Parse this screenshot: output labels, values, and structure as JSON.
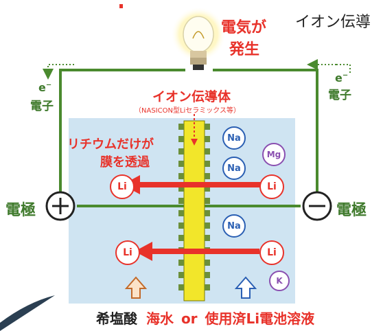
{
  "header": {
    "title": "イオン伝導"
  },
  "bulb": {
    "label_line1": "電気が",
    "label_line2": "発生"
  },
  "membrane": {
    "title": "イオン伝導体",
    "subtitle": "（NASICON型Liセラミックス等）"
  },
  "annotation": {
    "line1": "リチウムだけが",
    "line2": "膜を透過"
  },
  "electrons": {
    "symbol": "e",
    "sign": "−",
    "label": "電子"
  },
  "electrodes": {
    "left_label": "電極",
    "right_label": "電極",
    "left_sign": "+",
    "right_sign": "−"
  },
  "ions": {
    "li": "Li",
    "na": "Na",
    "mg": "Mg",
    "k": "K"
  },
  "bottom": {
    "left_solution": "希塩酸",
    "right_solution_part1": "海水",
    "connector": "or",
    "right_solution_part2": "使用済Li電池溶液"
  },
  "colors": {
    "wire": "#4a8a2e",
    "tank": "#cfe4f2",
    "membrane": "#f2e62a",
    "accent_red": "#e8322a",
    "na_blue": "#2a5fb3",
    "mg_purple": "#8a4fb0"
  }
}
